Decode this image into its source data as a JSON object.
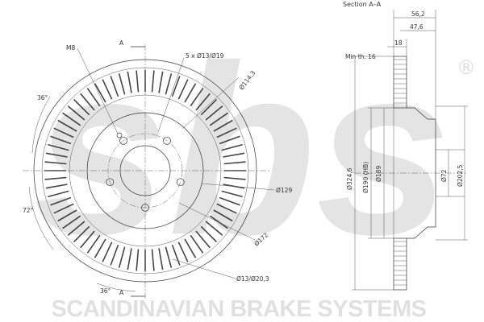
{
  "section_title": "Section A–A",
  "front_view": {
    "section_marker": "A",
    "thread_label": "M8",
    "bolt_pattern": "5 x Ø13/Ø19",
    "pcd_diameter": "Ø114,3",
    "hub_diameter": "Ø129",
    "bore_circle": "Ø172",
    "hole_spec": "Ø13/Ø20,3",
    "angle_top": "36°",
    "angle_left": "72°",
    "angle_bottom": "36°"
  },
  "section_view": {
    "overall_width": "56,2",
    "hat_depth": "47,6",
    "disc_thickness": "18",
    "min_thickness": "Min th. 16",
    "outer_diameter": "Ø324,6",
    "inner_diameter_hb": "Ø190 (HB)",
    "inner_diameter": "Ø189",
    "center_bore": "Ø72",
    "hat_diameter": "Ø202,5"
  },
  "branding": {
    "logo_text": "sbs",
    "registered_mark": "®",
    "footer_text": "SCANDINAVIAN BRAKE SYSTEMS"
  }
}
